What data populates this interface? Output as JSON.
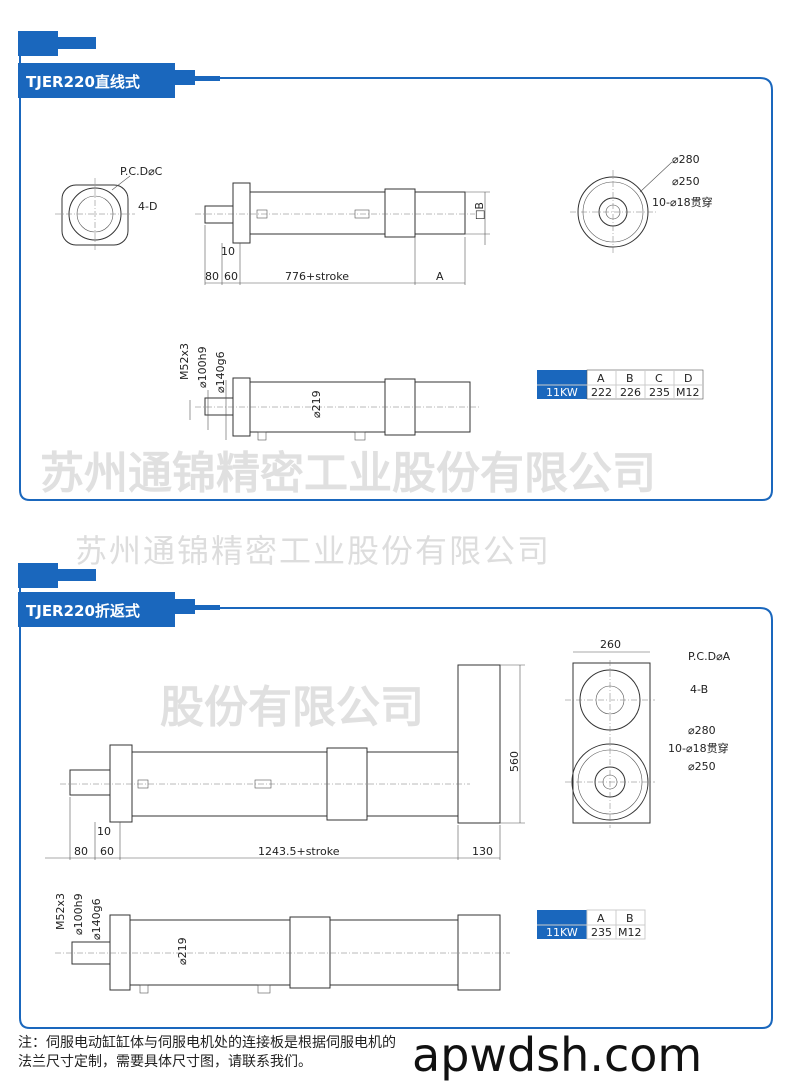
{
  "colors": {
    "brand": "#1a67bd",
    "table_header": "#1a67bd"
  },
  "watermark": {
    "company": "苏州通锦精密工业股份有限公司",
    "diagonal_1": "苏州通锦精密工业股份有限公司",
    "diagonal_2": "股份有限公司"
  },
  "section1": {
    "title": "TJER220直线式",
    "labels": {
      "pcd": "P.C.D⌀C",
      "holes": "4-D",
      "dim_b": "□B",
      "dim_10": "10",
      "dim_80": "80",
      "dim_60": "60",
      "length": "776+stroke",
      "dim_a": "A",
      "d280": "⌀280",
      "d250": "⌀250",
      "through": "10-⌀18贯穿",
      "m52": "M52x3",
      "d100": "⌀100h9",
      "d140": "⌀140g6",
      "d219": "⌀219"
    },
    "table": {
      "headers": [
        "",
        "A",
        "B",
        "C",
        "D"
      ],
      "row": [
        "11KW",
        "222",
        "226",
        "235",
        "M12"
      ]
    }
  },
  "section2": {
    "title": "TJER220折返式",
    "labels": {
      "w260": "260",
      "pcd": "P.C.D⌀A",
      "holes": "4-B",
      "d280": "⌀280",
      "through": "10-⌀18贯穿",
      "d250": "⌀250",
      "h560": "560",
      "dim_10": "10",
      "dim_80": "80",
      "dim_60": "60",
      "length": "1243.5+stroke",
      "dim_130": "130",
      "m52": "M52x3",
      "d100": "⌀100h9",
      "d140": "⌀140g6",
      "d219": "⌀219"
    },
    "table": {
      "headers": [
        "",
        "A",
        "B"
      ],
      "row": [
        "11KW",
        "235",
        "M12"
      ]
    }
  },
  "note": "注：伺服电动缸缸体与伺服电机处的连接板是根据伺服电机的法兰尺寸定制，需要具体尺寸图，请联系我们。",
  "site_watermark": "apwdsh.com"
}
